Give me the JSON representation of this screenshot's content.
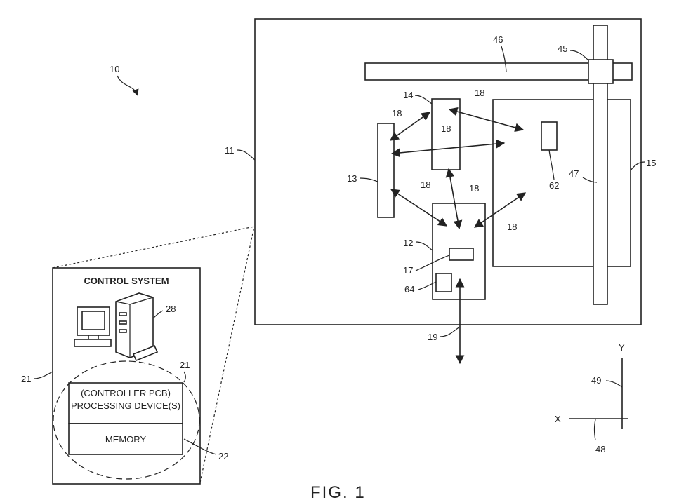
{
  "figure": {
    "caption": "FIG. 1",
    "refs": {
      "system": "10",
      "enclosure": "11",
      "board_12": "12",
      "board_13": "13",
      "board_14": "14",
      "stage": "15",
      "connector_17": "17",
      "arrow_18": "18",
      "arrow_19": "19",
      "control_21": "21",
      "memory_22": "22",
      "computer_28": "28",
      "rail_45": "45",
      "carriage_46": "46",
      "rail_47": "47",
      "axis_48": "48",
      "axis_49": "49",
      "sensor_62": "62",
      "block_64": "64"
    },
    "control_system": {
      "title": "CONTROL SYSTEM",
      "controller_line1": "(CONTROLLER PCB)",
      "controller_line2": "PROCESSING DEVICE(S)",
      "memory": "MEMORY"
    },
    "axes": {
      "x": "X",
      "y": "Y"
    }
  }
}
